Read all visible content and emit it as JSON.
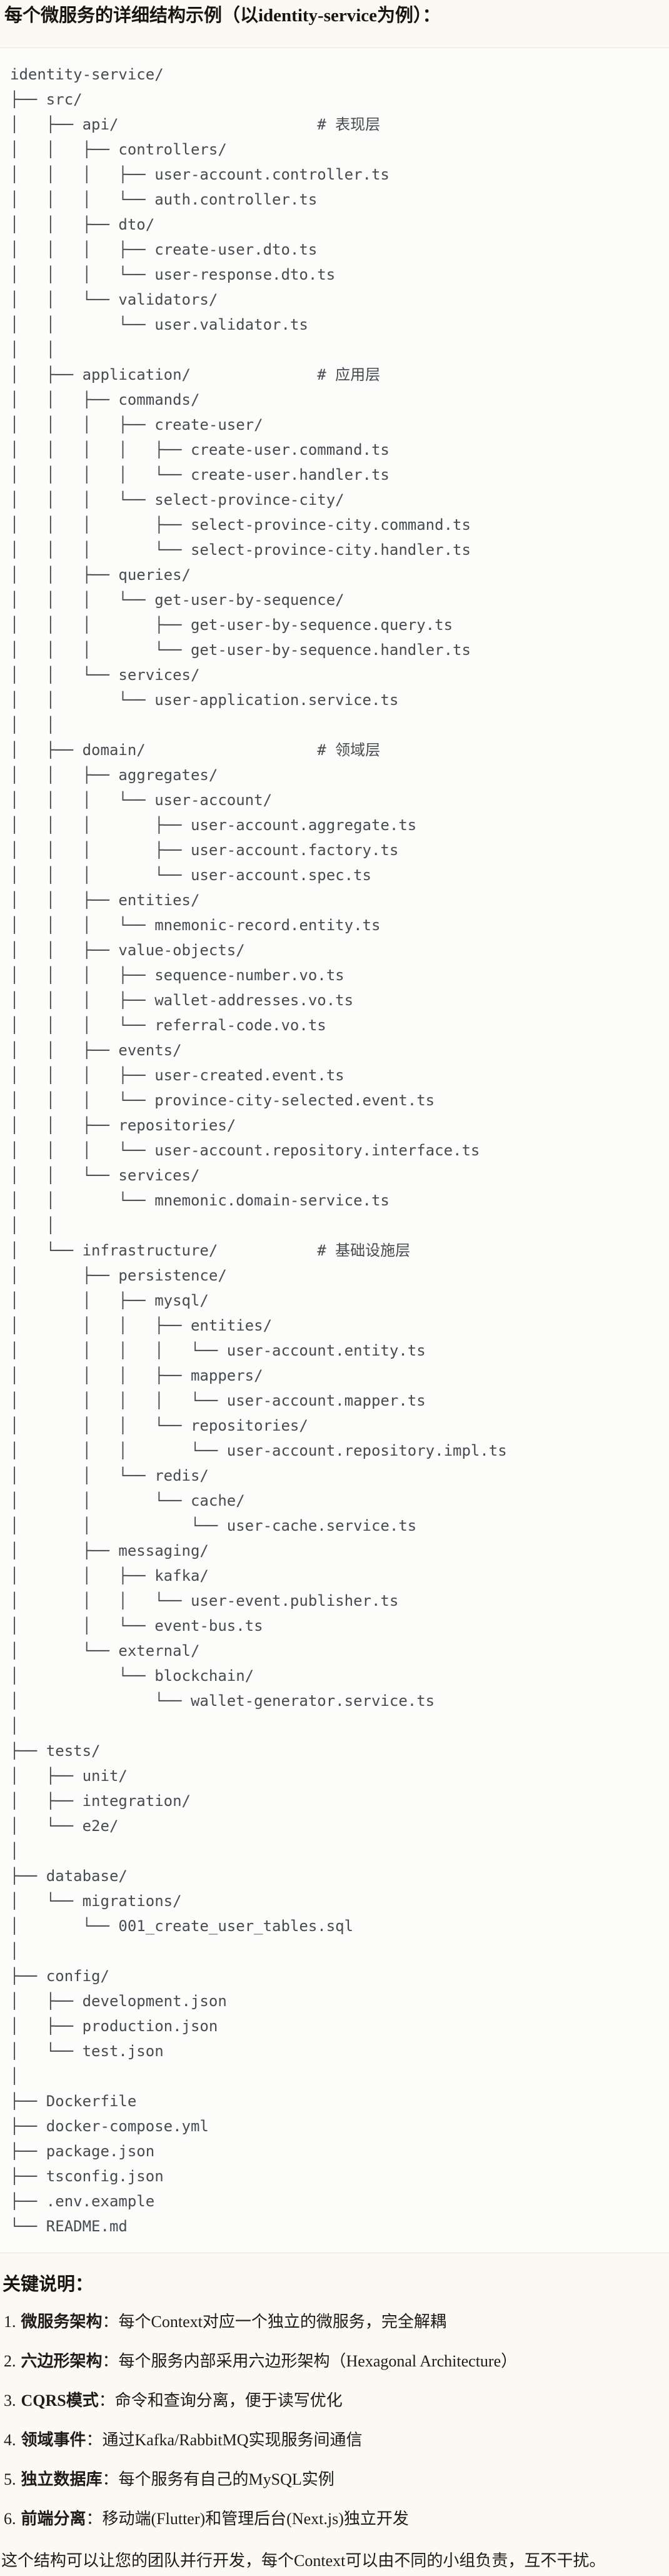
{
  "title": "每个微服务的详细结构示例（以identity-service为例）：",
  "tree_lines": [
    "identity-service/",
    "├── src/",
    "│   ├── api/                      # 表现层",
    "│   │   ├── controllers/",
    "│   │   │   ├── user-account.controller.ts",
    "│   │   │   └── auth.controller.ts",
    "│   │   ├── dto/",
    "│   │   │   ├── create-user.dto.ts",
    "│   │   │   └── user-response.dto.ts",
    "│   │   └── validators/",
    "│   │       └── user.validator.ts",
    "│   │",
    "│   ├── application/              # 应用层",
    "│   │   ├── commands/",
    "│   │   │   ├── create-user/",
    "│   │   │   │   ├── create-user.command.ts",
    "│   │   │   │   └── create-user.handler.ts",
    "│   │   │   └── select-province-city/",
    "│   │   │       ├── select-province-city.command.ts",
    "│   │   │       └── select-province-city.handler.ts",
    "│   │   ├── queries/",
    "│   │   │   └── get-user-by-sequence/",
    "│   │   │       ├── get-user-by-sequence.query.ts",
    "│   │   │       └── get-user-by-sequence.handler.ts",
    "│   │   └── services/",
    "│   │       └── user-application.service.ts",
    "│   │",
    "│   ├── domain/                   # 领域层",
    "│   │   ├── aggregates/",
    "│   │   │   └── user-account/",
    "│   │   │       ├── user-account.aggregate.ts",
    "│   │   │       ├── user-account.factory.ts",
    "│   │   │       └── user-account.spec.ts",
    "│   │   ├── entities/",
    "│   │   │   └── mnemonic-record.entity.ts",
    "│   │   ├── value-objects/",
    "│   │   │   ├── sequence-number.vo.ts",
    "│   │   │   ├── wallet-addresses.vo.ts",
    "│   │   │   └── referral-code.vo.ts",
    "│   │   ├── events/",
    "│   │   │   ├── user-created.event.ts",
    "│   │   │   └── province-city-selected.event.ts",
    "│   │   ├── repositories/",
    "│   │   │   └── user-account.repository.interface.ts",
    "│   │   └── services/",
    "│   │       └── mnemonic.domain-service.ts",
    "│   │",
    "│   └── infrastructure/           # 基础设施层",
    "│       ├── persistence/",
    "│       │   ├── mysql/",
    "│       │   │   ├── entities/",
    "│       │   │   │   └── user-account.entity.ts",
    "│       │   │   ├── mappers/",
    "│       │   │   │   └── user-account.mapper.ts",
    "│       │   │   └── repositories/",
    "│       │   │       └── user-account.repository.impl.ts",
    "│       │   └── redis/",
    "│       │       └── cache/",
    "│       │           └── user-cache.service.ts",
    "│       ├── messaging/",
    "│       │   ├── kafka/",
    "│       │   │   └── user-event.publisher.ts",
    "│       │   └── event-bus.ts",
    "│       └── external/",
    "│           └── blockchain/",
    "│               └── wallet-generator.service.ts",
    "│",
    "├── tests/",
    "│   ├── unit/",
    "│   ├── integration/",
    "│   └── e2e/",
    "│",
    "├── database/",
    "│   └── migrations/",
    "│       └── 001_create_user_tables.sql",
    "│",
    "├── config/",
    "│   ├── development.json",
    "│   ├── production.json",
    "│   └── test.json",
    "│",
    "├── Dockerfile",
    "├── docker-compose.yml",
    "├── package.json",
    "├── tsconfig.json",
    "├── .env.example",
    "└── README.md"
  ],
  "notes": {
    "heading": "关键说明：",
    "items": [
      {
        "num": "1.",
        "term": "微服务架构",
        "desc": "：每个Context对应一个独立的微服务，完全解耦"
      },
      {
        "num": "2.",
        "term": "六边形架构",
        "desc": "：每个服务内部采用六边形架构（Hexagonal Architecture）"
      },
      {
        "num": "3.",
        "term": "CQRS模式",
        "desc": "：命令和查询分离，便于读写优化"
      },
      {
        "num": "4.",
        "term": "领域事件",
        "desc": "：通过Kafka/RabbitMQ实现服务间通信"
      },
      {
        "num": "5.",
        "term": "独立数据库",
        "desc": "：每个服务有自己的MySQL实例"
      },
      {
        "num": "6.",
        "term": "前端分离",
        "desc": "：移动端(Flutter)和管理后台(Next.js)独立开发"
      }
    ]
  },
  "footer": "这个结构可以让您的团队并行开发，每个Context可以由不同的小组负责，互不干扰。"
}
